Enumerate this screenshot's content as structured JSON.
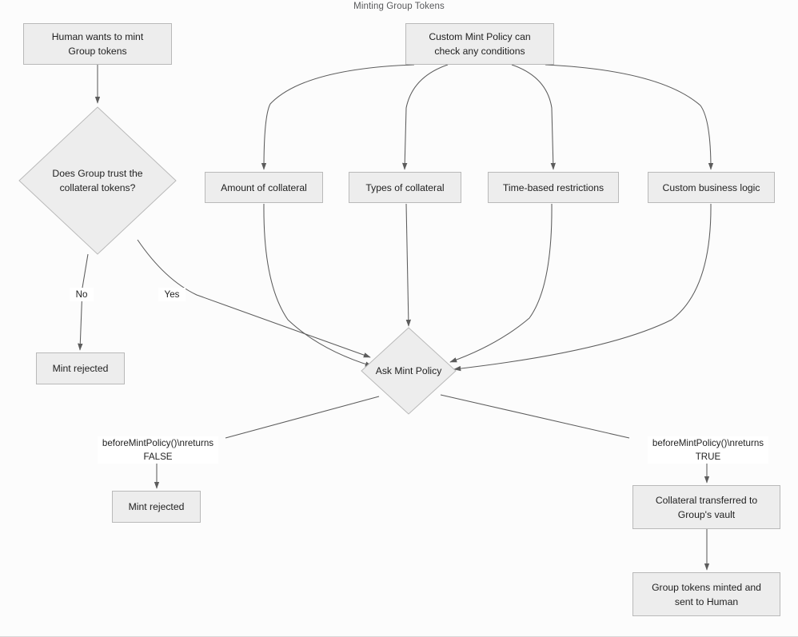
{
  "diagram": {
    "title": "Minting Group Tokens",
    "colors": {
      "background": "#fcfcfc",
      "node_fill": "#ededed",
      "node_stroke": "#b9b9b9",
      "edge_stroke": "#5c5c5c",
      "text": "#1f1f1f",
      "title_text": "#58595b",
      "label_fill": "#ffffff"
    },
    "nodes": [
      {
        "id": "human_mint",
        "kind": "box",
        "label": "Human wants to mint\nGroup tokens"
      },
      {
        "id": "trust_decision",
        "kind": "diamond",
        "label": "Does Group trust the\ncollateral tokens?"
      },
      {
        "id": "mint_rejected_1",
        "kind": "box",
        "label": "Mint rejected"
      },
      {
        "id": "custom_policy",
        "kind": "box",
        "label": "Custom Mint Policy can\ncheck any conditions"
      },
      {
        "id": "amount",
        "kind": "box",
        "label": "Amount of collateral"
      },
      {
        "id": "types",
        "kind": "box",
        "label": "Types of collateral"
      },
      {
        "id": "time_based",
        "kind": "box",
        "label": "Time-based restrictions"
      },
      {
        "id": "business_logic",
        "kind": "box",
        "label": "Custom business logic"
      },
      {
        "id": "ask_policy",
        "kind": "diamond",
        "label": "Ask Mint Policy"
      },
      {
        "id": "mint_rejected_2",
        "kind": "box",
        "label": "Mint rejected"
      },
      {
        "id": "collateral_vault",
        "kind": "box",
        "label": "Collateral transferred to\nGroup's vault"
      },
      {
        "id": "tokens_minted",
        "kind": "box",
        "label": "Group tokens minted and\nsent to Human"
      }
    ],
    "edge_labels": [
      {
        "id": "no_label",
        "text": "No"
      },
      {
        "id": "yes_label",
        "text": "Yes"
      },
      {
        "id": "false_label",
        "text": "beforeMintPolicy()\\nreturns\nFALSE"
      },
      {
        "id": "true_label",
        "text": "beforeMintPolicy()\\nreturns\nTRUE"
      }
    ],
    "edges": [
      {
        "from": "human_mint",
        "to": "trust_decision",
        "label": ""
      },
      {
        "from": "trust_decision",
        "to": "mint_rejected_1",
        "label": "No"
      },
      {
        "from": "trust_decision",
        "to": "ask_policy",
        "label": "Yes"
      },
      {
        "from": "custom_policy",
        "to": "amount",
        "label": ""
      },
      {
        "from": "custom_policy",
        "to": "types",
        "label": ""
      },
      {
        "from": "custom_policy",
        "to": "time_based",
        "label": ""
      },
      {
        "from": "custom_policy",
        "to": "business_logic",
        "label": ""
      },
      {
        "from": "amount",
        "to": "ask_policy",
        "label": ""
      },
      {
        "from": "types",
        "to": "ask_policy",
        "label": ""
      },
      {
        "from": "time_based",
        "to": "ask_policy",
        "label": ""
      },
      {
        "from": "business_logic",
        "to": "ask_policy",
        "label": ""
      },
      {
        "from": "ask_policy",
        "to": "mint_rejected_2",
        "label": "beforeMintPolicy()\\nreturns FALSE"
      },
      {
        "from": "ask_policy",
        "to": "collateral_vault",
        "label": "beforeMintPolicy()\\nreturns TRUE"
      },
      {
        "from": "collateral_vault",
        "to": "tokens_minted",
        "label": ""
      }
    ]
  }
}
